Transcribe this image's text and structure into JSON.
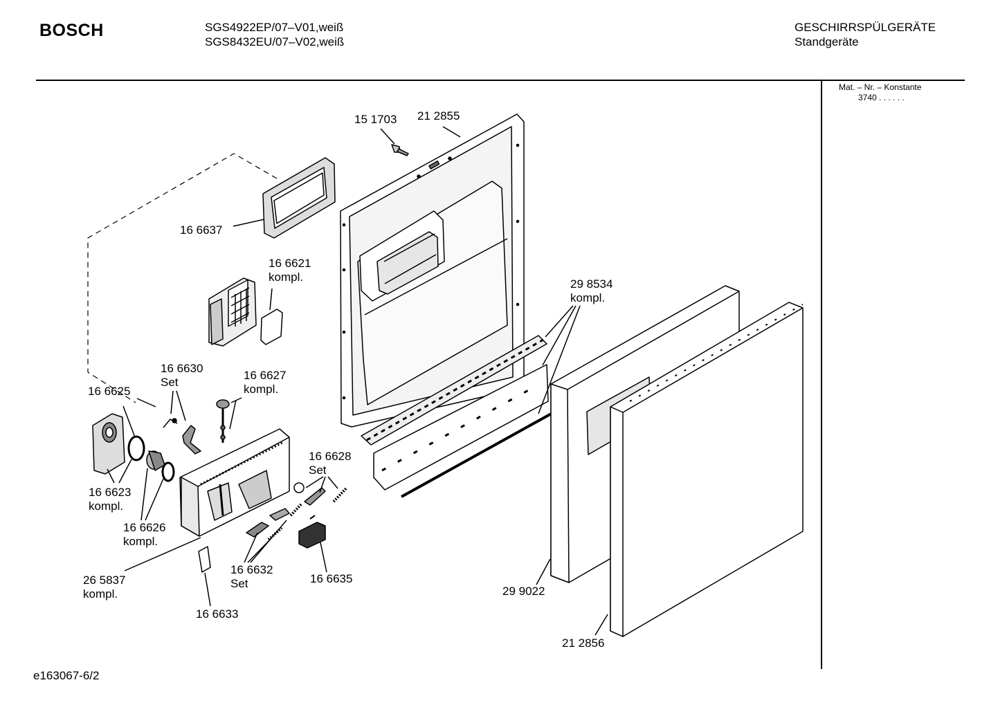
{
  "header": {
    "brand": "BOSCH",
    "models": [
      "SGS4922EP/07–V01,weiß",
      "SGS8432EU/07–V02,weiß"
    ],
    "category": "GESCHIRRSPÜLGERÄTE",
    "subcategory": "Standgeräte"
  },
  "side_panel": {
    "mat_label": "Mat. – Nr. – Konstante",
    "mat_value": "3740  .  .  .  .  .  ."
  },
  "footer": {
    "drawing_id": "e163067-6/2"
  },
  "parts": [
    {
      "number": "15 1703",
      "suffix": ""
    },
    {
      "number": "21 2855",
      "suffix": ""
    },
    {
      "number": "16 6637",
      "suffix": ""
    },
    {
      "number": "16 6621",
      "suffix": "kompl."
    },
    {
      "number": "29 8534",
      "suffix": "kompl."
    },
    {
      "number": "16 6630",
      "suffix": "Set"
    },
    {
      "number": "16 6627",
      "suffix": "kompl."
    },
    {
      "number": "16 6625",
      "suffix": ""
    },
    {
      "number": "16 6628",
      "suffix": "Set"
    },
    {
      "number": "16 6623",
      "suffix": "kompl."
    },
    {
      "number": "16 6626",
      "suffix": "kompl."
    },
    {
      "number": "26 5837",
      "suffix": "kompl."
    },
    {
      "number": "16 6632",
      "suffix": "Set"
    },
    {
      "number": "16 6635",
      "suffix": ""
    },
    {
      "number": "29 9022",
      "suffix": ""
    },
    {
      "number": "16 6633",
      "suffix": ""
    },
    {
      "number": "21 2856",
      "suffix": ""
    }
  ]
}
